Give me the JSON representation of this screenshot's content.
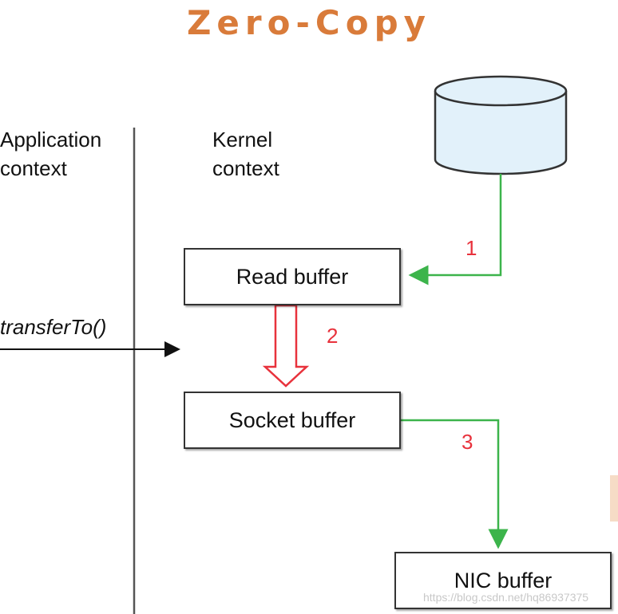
{
  "title": "Zero-Copy",
  "contexts": {
    "application": {
      "line1": "Application",
      "line2": "context"
    },
    "kernel": {
      "line1": "Kernel",
      "line2": "context"
    }
  },
  "call": "transferTo()",
  "buffers": {
    "read": "Read buffer",
    "socket": "Socket buffer",
    "nic": "NIC buffer"
  },
  "steps": [
    "1",
    "2",
    "3"
  ],
  "watermark": "https://blog.csdn.net/hq86937375",
  "colors": {
    "title": "#d97b3a",
    "dma_arrow": "#3cb44b",
    "copy_arrow": "#e8323c",
    "step_number": "#e8323c",
    "disk_fill": "#e2f1fa"
  },
  "icons": [
    "disk-icon"
  ]
}
